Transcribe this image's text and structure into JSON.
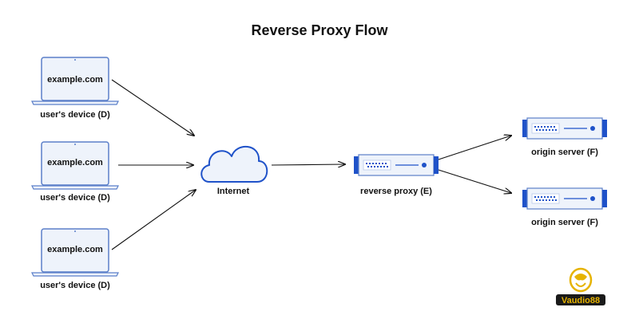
{
  "title": "Reverse Proxy Flow",
  "devices": [
    {
      "screen_text": "example.com",
      "label": "user's device (D)"
    },
    {
      "screen_text": "example.com",
      "label": "user's device (D)"
    },
    {
      "screen_text": "example.com",
      "label": "user's device (D)"
    }
  ],
  "internet": {
    "label": "Internet"
  },
  "reverse_proxy": {
    "label": "reverse proxy (E)"
  },
  "origin_servers": [
    {
      "label": "origin server (F)"
    },
    {
      "label": "origin server (F)"
    }
  ],
  "watermark": {
    "text": "Vaudio88"
  },
  "colors": {
    "accent": "#1f52c9",
    "panel": "#eef3fb",
    "outline": "#5b7fc9",
    "arrow": "#111111",
    "watermark": "#e6b300"
  }
}
